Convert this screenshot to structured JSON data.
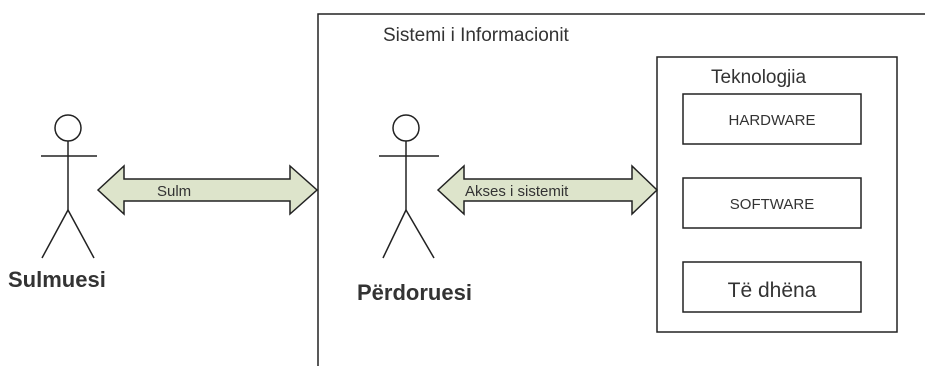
{
  "system": {
    "title": "Sistemi i Informacionit"
  },
  "technology": {
    "title": "Teknologjia",
    "items": [
      {
        "label": "HARDWARE"
      },
      {
        "label": "SOFTWARE"
      },
      {
        "label": "Të dhëna"
      }
    ]
  },
  "actors": {
    "attacker": "Sulmuesi",
    "user": "Përdoruesi"
  },
  "arrows": {
    "attack": "Sulm",
    "access": "Akses i sistemit"
  },
  "colors": {
    "arrow_fill": "#dde4cb",
    "line": "#222222"
  }
}
